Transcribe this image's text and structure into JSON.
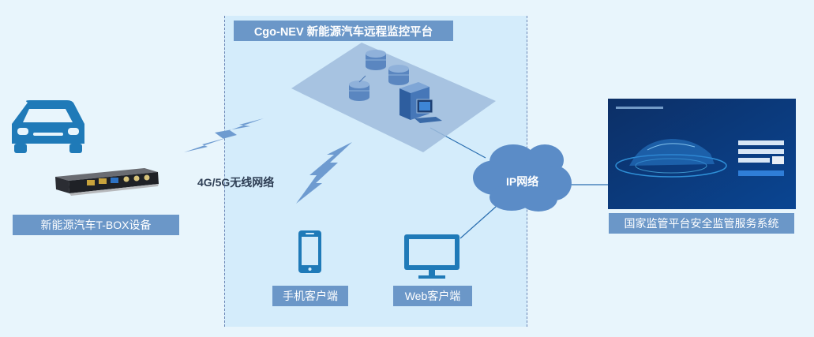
{
  "platform": {
    "title": "Cgo-NEV 新能源汽车远程监控平台"
  },
  "device": {
    "label": "新能源汽车T-BOX设备"
  },
  "network": {
    "wireless_label": "4G/5G无线网络",
    "ip_label": "IP网络"
  },
  "clients": {
    "mobile_label": "手机客户端",
    "web_label": "Web客户端"
  },
  "national": {
    "label": "国家监管平台安全监管服务系统"
  },
  "colors": {
    "accent": "#6b97c8",
    "icon_blue": "#1f7ab8",
    "zone": "#d4ecfb",
    "cloud": "#5b8cc7"
  }
}
